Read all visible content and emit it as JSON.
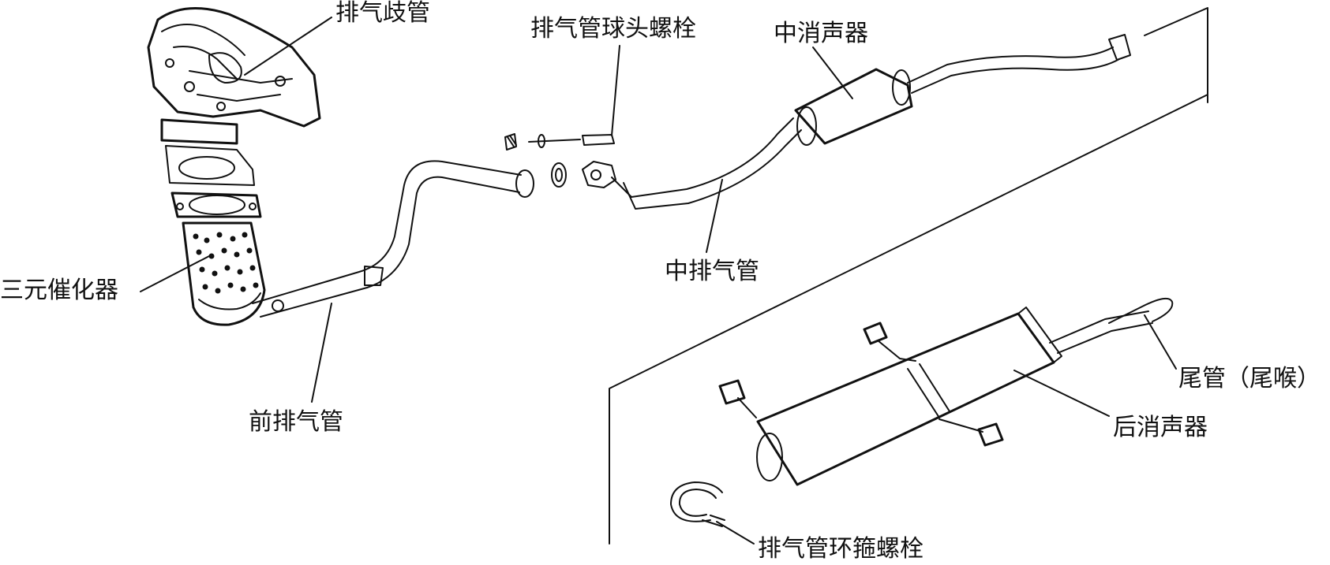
{
  "labels": {
    "exhaust_manifold": "排气歧管",
    "ball_head_bolt": "排气管球头螺栓",
    "center_muffler": "中消声器",
    "catalytic_converter": "三元催化器",
    "front_pipe": "前排气管",
    "center_pipe": "中排气管",
    "tail_pipe": "尾管（尾喉）",
    "rear_muffler": "后消声器",
    "clamp_bolt": "排气管环箍螺栓"
  }
}
